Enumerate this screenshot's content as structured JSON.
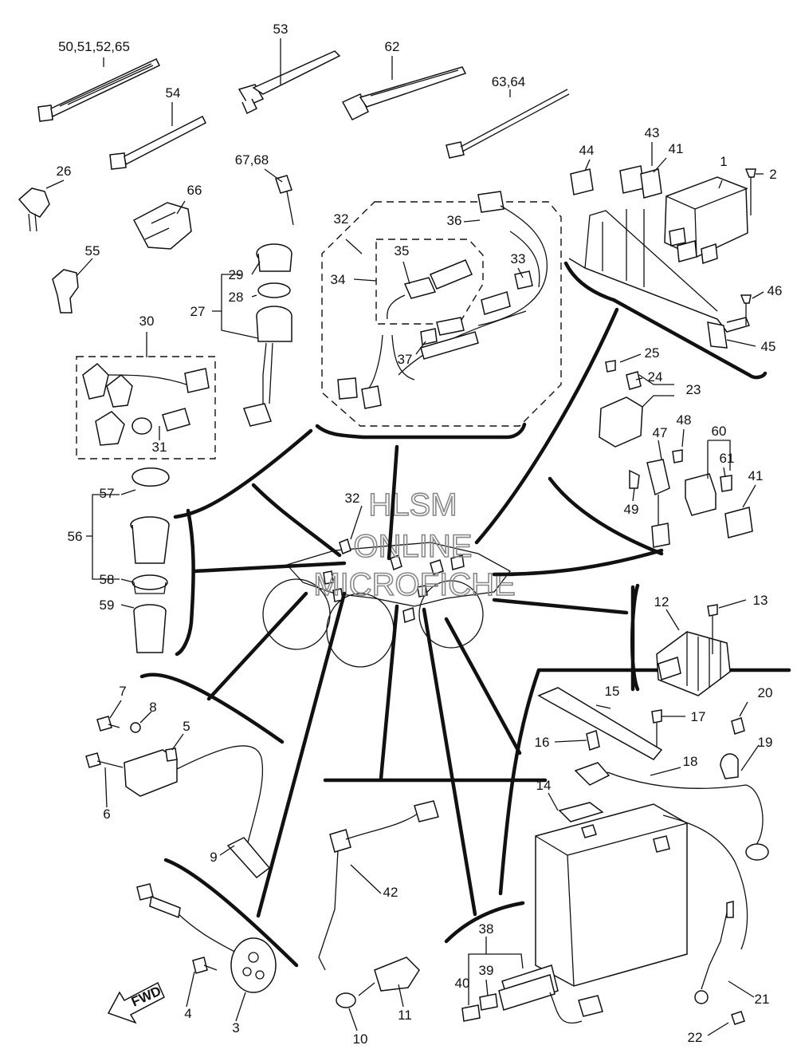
{
  "watermark": [
    "HLSM",
    "ONLINE",
    "MICROFICHE"
  ],
  "fwd_label": "FWD",
  "callouts": {
    "c1": "1",
    "c2": "2",
    "c3": "3",
    "c4": "4",
    "c5": "5",
    "c6": "6",
    "c7": "7",
    "c8": "8",
    "c9": "9",
    "c10": "10",
    "c11": "11",
    "c12": "12",
    "c13": "13",
    "c14": "14",
    "c15": "15",
    "c16": "16",
    "c17": "17",
    "c18": "18",
    "c19": "19",
    "c20": "20",
    "c21": "21",
    "c22": "22",
    "c23": "23",
    "c24": "24",
    "c25": "25",
    "c26": "26",
    "c27": "27",
    "c28": "28",
    "c29": "29",
    "c30": "30",
    "c31": "31",
    "c32": "32",
    "c32b": "32",
    "c33": "33",
    "c34": "34",
    "c35": "35",
    "c36": "36",
    "c37": "37",
    "c38": "38",
    "c39": "39",
    "c40": "40",
    "c41": "41",
    "c41b": "41",
    "c42": "42",
    "c43": "43",
    "c44": "44",
    "c45": "45",
    "c46": "46",
    "c47": "47",
    "c48": "48",
    "c49": "49",
    "c50": "50,51,52,65",
    "c53": "53",
    "c54": "54",
    "c55": "55",
    "c56": "56",
    "c57": "57",
    "c58": "58",
    "c59": "59",
    "c60": "60",
    "c61": "61",
    "c62": "62",
    "c63": "63,64",
    "c66": "66",
    "c67": "67,68"
  }
}
